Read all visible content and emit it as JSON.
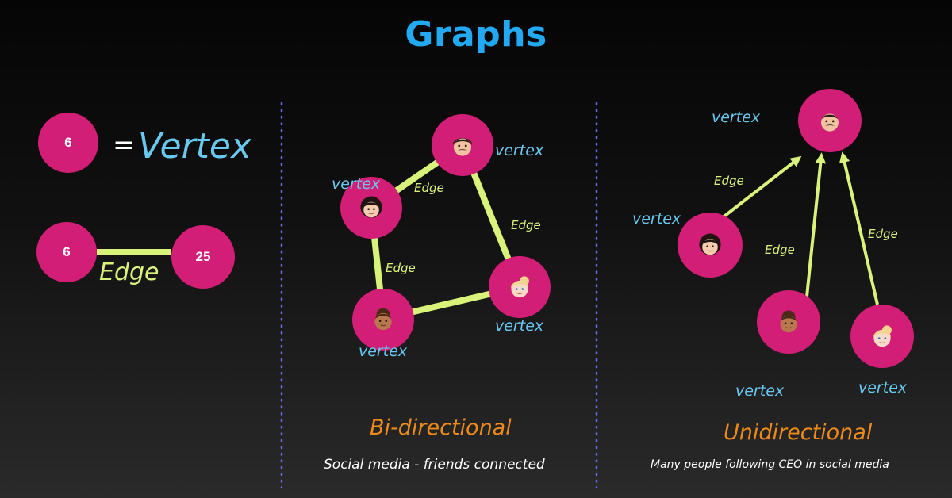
{
  "title": "Graphs",
  "legend": {
    "vertex_node_value": "6",
    "equals": "=",
    "vertex_word": "Vertex",
    "edge_left_value": "6",
    "edge_right_value": "25",
    "edge_word": "Edge"
  },
  "bidirectional": {
    "heading": "Bi-directional",
    "caption": "Social media - friends connected",
    "vertex_label": "vertex",
    "edge_label": "Edge"
  },
  "unidirectional": {
    "heading": "Unidirectional",
    "caption": "Many people following CEO  in social media",
    "vertex_label": "vertex",
    "edge_label": "Edge"
  },
  "colors": {
    "node": "#d21e77",
    "edge": "#d9f27a",
    "vertex_text": "#69c8ef",
    "heading": "#ee8a18",
    "title": "#22a9f3",
    "divider": "#6a6af0"
  },
  "icons": [
    "man-mustache-face-icon",
    "woman-curly-hair-face-icon",
    "man-curly-hair-face-icon",
    "woman-blonde-face-icon"
  ]
}
